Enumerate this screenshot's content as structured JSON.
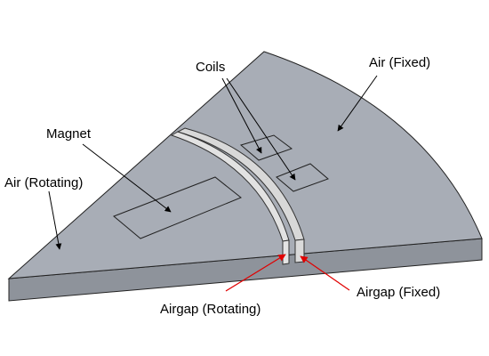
{
  "labels": {
    "coils": "Coils",
    "air_fixed": "Air (Fixed)",
    "magnet": "Magnet",
    "air_rotating": "Air (Rotating)",
    "airgap_fixed": "Airgap (Fixed)",
    "airgap_rotating": "Airgap (Rotating)"
  },
  "colors": {
    "top_face": "#a8adb6",
    "front_face": "#8e939b",
    "side_face": "#7e838b",
    "airgap_band": "#e2e2e2",
    "edge": "#222222",
    "leader_black": "#000000",
    "leader_red": "#e00000"
  }
}
